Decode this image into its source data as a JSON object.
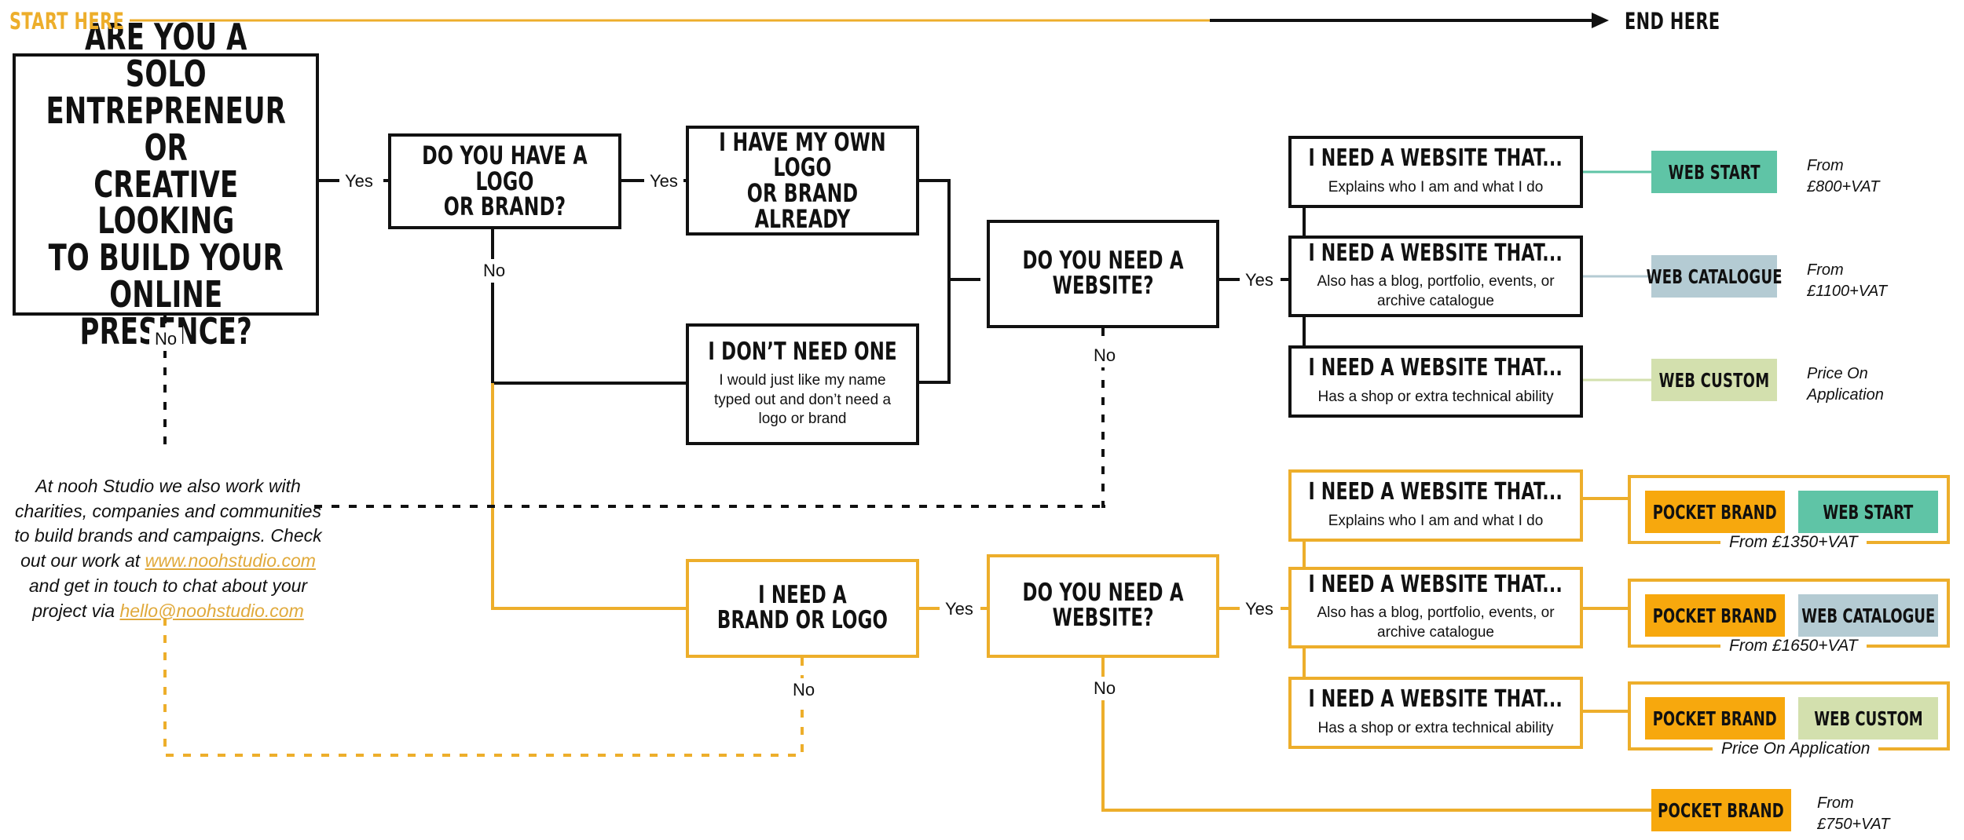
{
  "banners": {
    "start": "START HERE",
    "end": "END HERE"
  },
  "edge_labels": {
    "yes": "Yes",
    "no": "No"
  },
  "nodes": {
    "q_main": {
      "title": "ARE YOU A SOLO\nENTREPRENEUR OR\nCREATIVE LOOKING\nTO BUILD YOUR\nONLINE PRESENCE?"
    },
    "q_logo": {
      "title": "DO YOU HAVE A LOGO\nOR BRAND?"
    },
    "have_logo": {
      "title": "I HAVE MY OWN LOGO\nOR BRAND ALREADY"
    },
    "no_logo": {
      "title": "I DON’T NEED ONE",
      "sub": "I would just like my name typed out and don’t need a logo or brand"
    },
    "q_site_top": {
      "title": "DO YOU NEED A\nWEBSITE?"
    },
    "need_brand": {
      "title": "I NEED A\nBRAND OR LOGO"
    },
    "q_site_bottom": {
      "title": "DO YOU NEED A\nWEBSITE?"
    }
  },
  "website_options": [
    {
      "title": "I NEED A WEBSITE THAT...",
      "sub": "Explains who I am and what I do"
    },
    {
      "title": "I NEED A WEBSITE THAT...",
      "sub": "Also has a blog, portfolio, events, or archive catalogue"
    },
    {
      "title": "I NEED A WEBSITE THAT...",
      "sub": "Has a shop or extra technical ability"
    }
  ],
  "products": {
    "pocket_brand": {
      "label": "POCKET BRAND",
      "color": "#F7A80D"
    },
    "web_start": {
      "label": "WEB START",
      "color": "#5FC4A6"
    },
    "web_catalogue": {
      "label": "WEB CATALOGUE",
      "color": "#B4CBD3"
    },
    "web_custom": {
      "label": "WEB CUSTOM",
      "color": "#D3E0AE"
    }
  },
  "top_results": [
    {
      "product": "WEB START",
      "price": "From\n£800+VAT",
      "color": "#5FC4A6",
      "line": "#5FC4A6"
    },
    {
      "product": "WEB CATALOGUE",
      "price": "From\n£1100+VAT",
      "color": "#B4CBD3",
      "line": "#B4CBD3"
    },
    {
      "product": "WEB CUSTOM",
      "price": "Price On\nApplication",
      "color": "#D3E0AE",
      "line": "#D3E0AE"
    }
  ],
  "bottom_results": [
    {
      "left": "POCKET BRAND",
      "right": "WEB START",
      "price": "From £1350+VAT"
    },
    {
      "left": "POCKET BRAND",
      "right": "WEB CATALOGUE",
      "price": "From £1650+VAT"
    },
    {
      "left": "POCKET BRAND",
      "right": "WEB CUSTOM",
      "price": "Price On Application"
    }
  ],
  "brand_only": {
    "product": "POCKET BRAND",
    "price": "From\n£750+VAT"
  },
  "blurb": {
    "part1": "At nooh Studio we also work with charities, companies and communities to build brands and campaigns. Check out our work at ",
    "link1": "www.noohstudio.com",
    "part2": " and get in touch to chat about your project via ",
    "link2": "hello@noohstudio.com"
  },
  "colors": {
    "orange": "#EDAE2B",
    "black": "#111111",
    "brand_orange": "#F7A80D"
  }
}
